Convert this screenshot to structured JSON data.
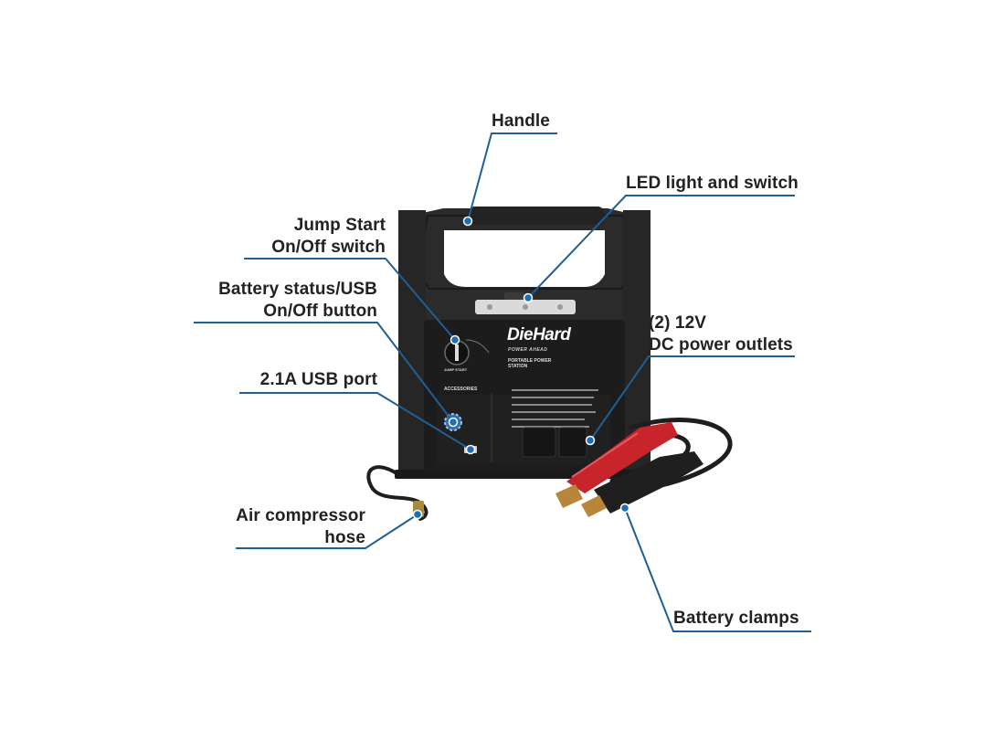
{
  "colors": {
    "leader": "#1f5f94",
    "dot": "#1f6fb0",
    "label": "#222222",
    "body": "#262626",
    "clamp_red": "#c8242b"
  },
  "product": {
    "brand": "DieHard",
    "tagline": "POWER AHEAD",
    "model": "PORTABLE POWER STATION",
    "jump_label": "JUMP START",
    "accessories_label": "ACCESSORIES"
  },
  "callouts": {
    "handle": {
      "lines": [
        "Handle"
      ]
    },
    "led": {
      "lines": [
        "LED light and switch"
      ]
    },
    "jump": {
      "lines": [
        "Jump Start",
        "On/Off switch"
      ]
    },
    "battery": {
      "lines": [
        "Battery status/USB",
        "On/Off button"
      ]
    },
    "usb": {
      "lines": [
        "2.1A USB port"
      ]
    },
    "dc": {
      "lines": [
        "(2) 12V",
        "DC power outlets"
      ]
    },
    "air": {
      "lines": [
        "Air compressor",
        "hose"
      ]
    },
    "clamps": {
      "lines": [
        "Battery clamps"
      ]
    }
  }
}
